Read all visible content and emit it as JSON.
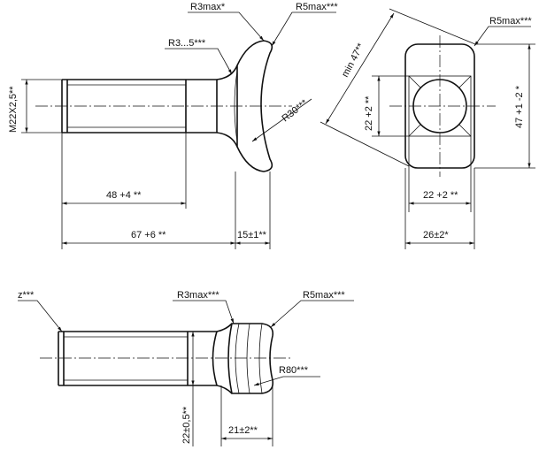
{
  "top_view": {
    "thread_dim": "M22X2,5**",
    "r3max_label": "R3max*",
    "r5max_label": "R5max***",
    "r3_5_label": "R3...5***",
    "r30_label": "R30***",
    "dim_48": "48 +4 **",
    "dim_67": "67 +6 **",
    "dim_15": "15±1**"
  },
  "end_view": {
    "r5max_label": "R5max***",
    "min47_label": "min 47**",
    "dim_22_vertical": "22 +2 **",
    "dim_47_vertical": "47 +1 -2 *",
    "dim_22_horizontal": "22 +2 **",
    "dim_26": "26±2*"
  },
  "bottom_view": {
    "z_label": "z***",
    "r3max_label": "R3max***",
    "r5max_label": "R5max***",
    "r80_label": "R80***",
    "dim_22_05": "22±0,5**",
    "dim_21": "21±2**"
  }
}
